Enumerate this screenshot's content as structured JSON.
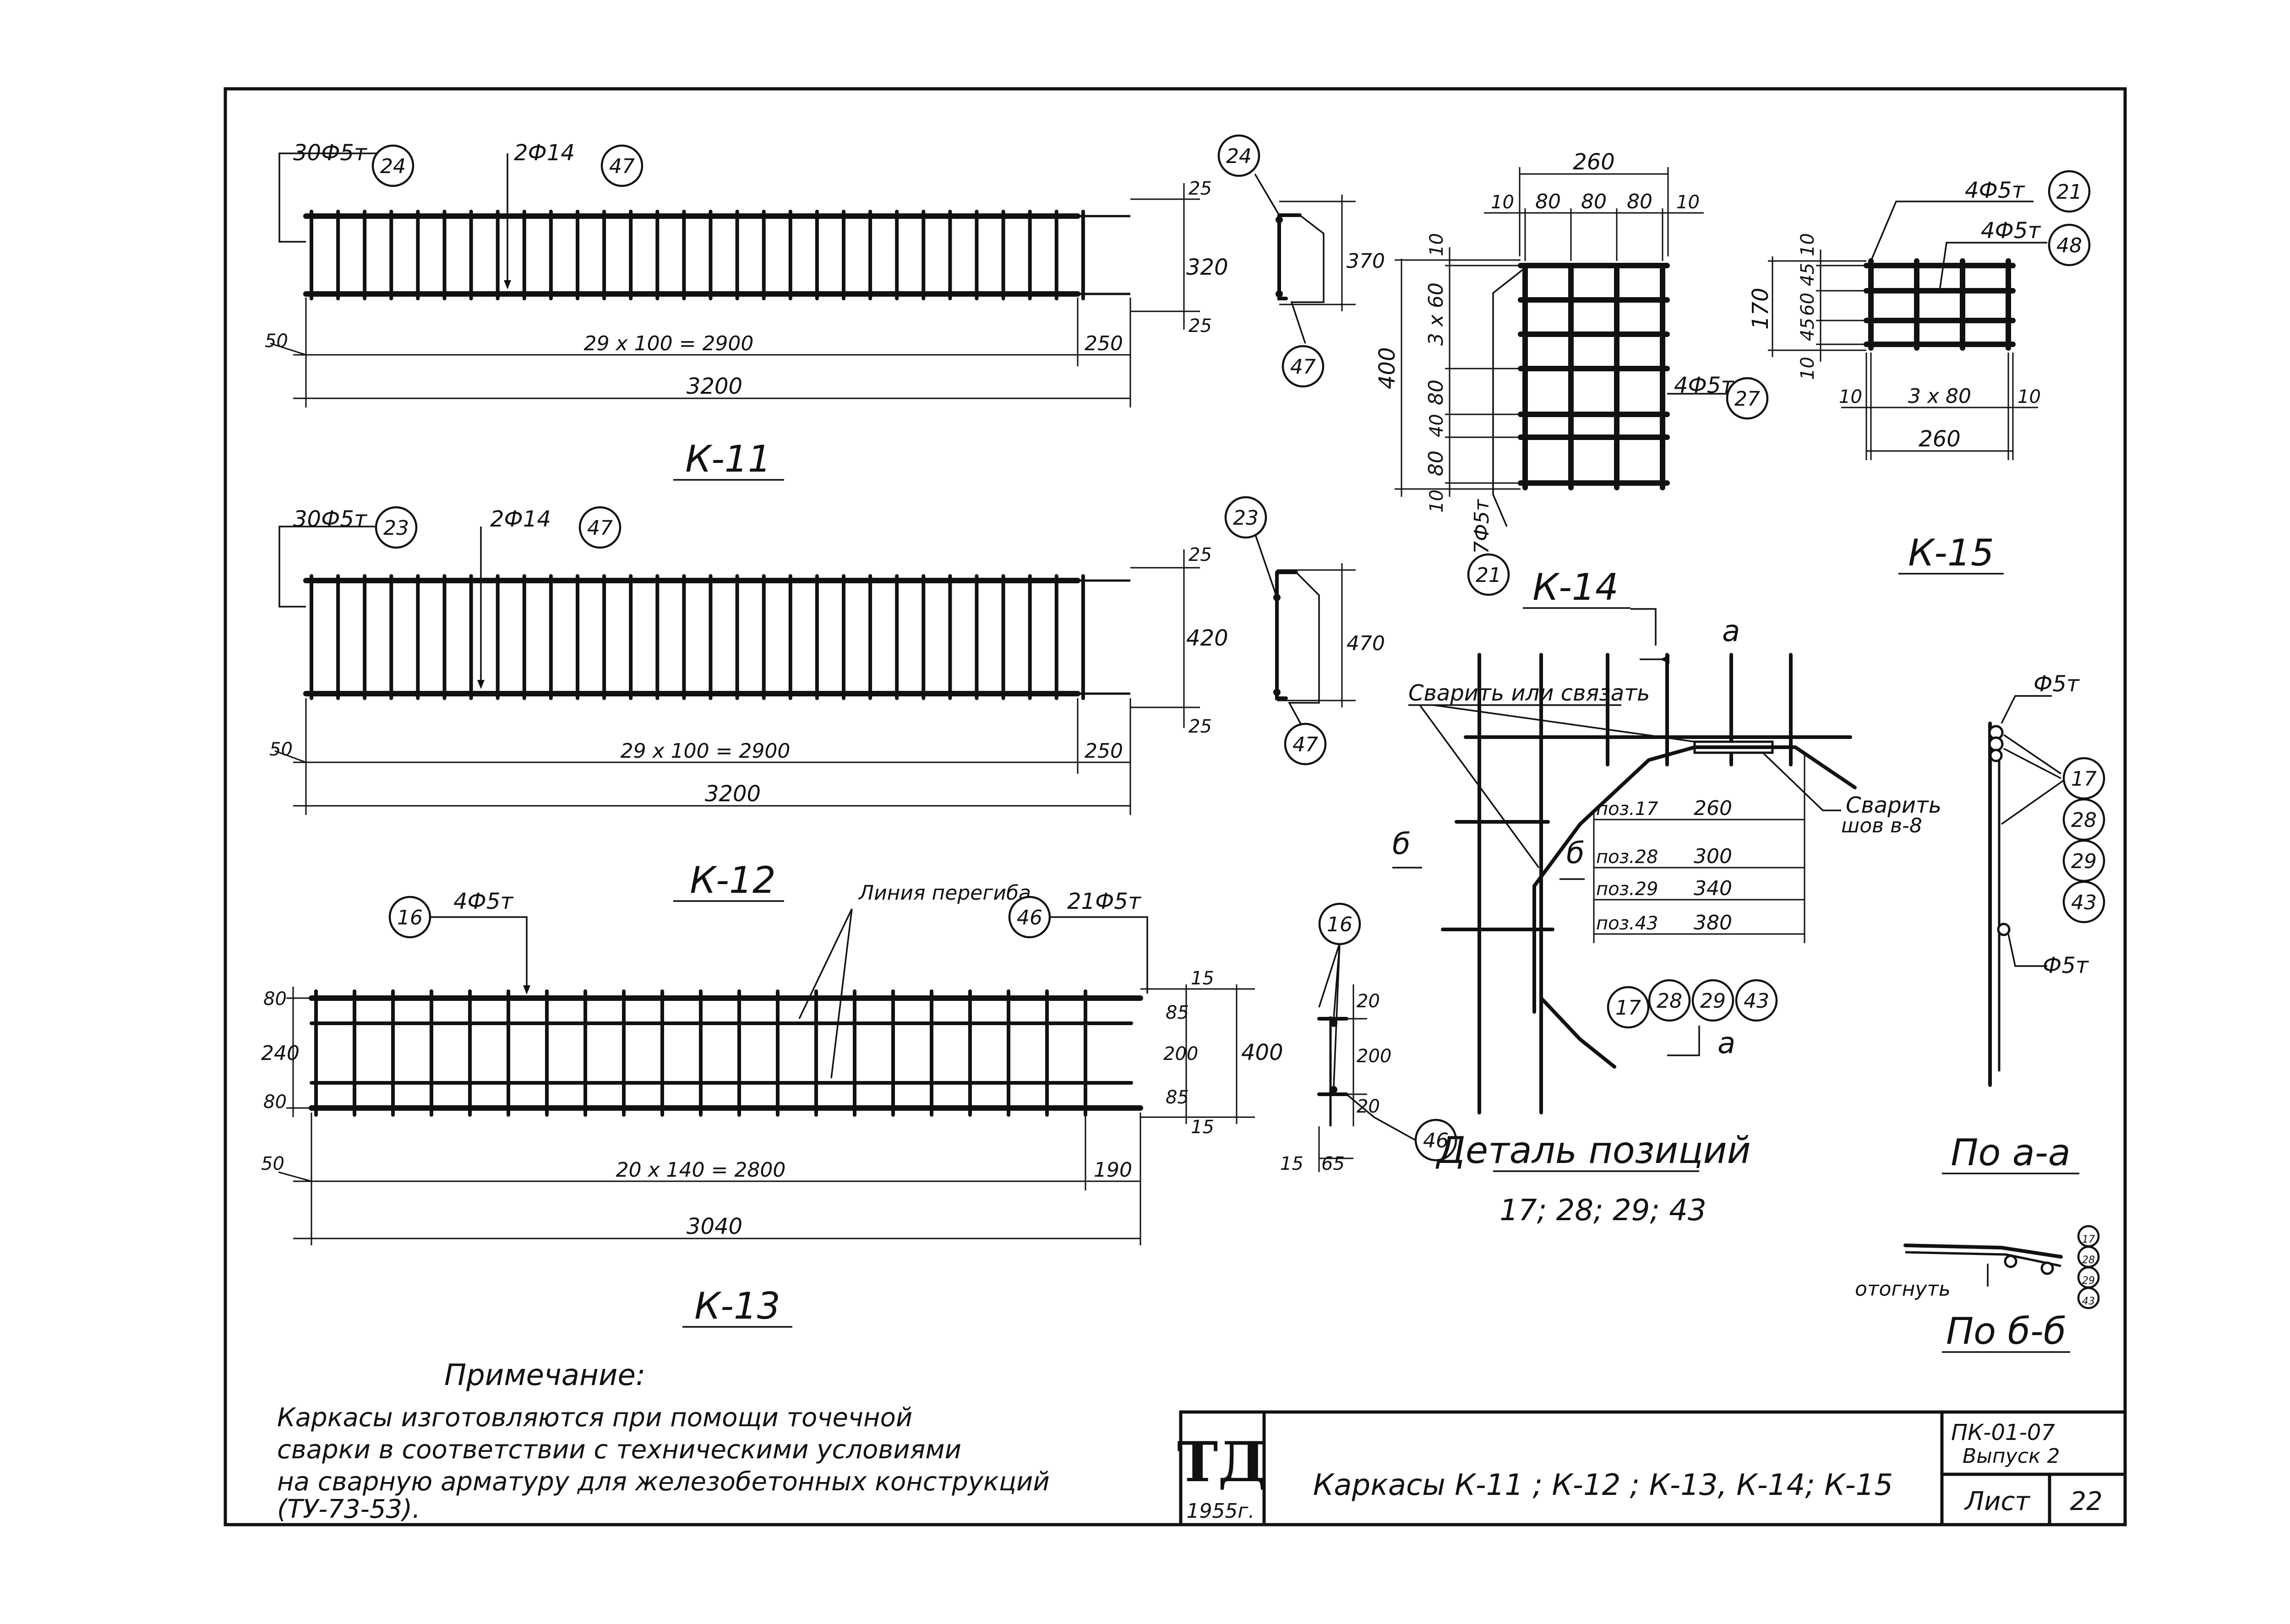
{
  "k11": {
    "title": "К-11",
    "callout_stirrups": {
      "spec": "30Ф5т",
      "pos": "24"
    },
    "callout_main": {
      "spec": "2Ф14",
      "pos": "47"
    },
    "dim_height": "320",
    "dim_cover_top": "25",
    "dim_cover_bottom": "25",
    "dim_start": "50",
    "dim_pitch": "29 х 100 = 2900",
    "dim_end": "250",
    "dim_total": "3200",
    "section": {
      "pos_top": "24",
      "pos_bottom": "47",
      "height": "370"
    }
  },
  "k12": {
    "title": "К-12",
    "callout_stirrups": {
      "spec": "30Ф5т",
      "pos": "23"
    },
    "callout_main": {
      "spec": "2Ф14",
      "pos": "47"
    },
    "dim_height": "420",
    "dim_cover_top": "25",
    "dim_cover_bottom": "25",
    "dim_start": "50",
    "dim_pitch": "29 х 100 = 2900",
    "dim_end": "250",
    "dim_total": "3200",
    "section": {
      "pos_top": "23",
      "pos_bottom": "47",
      "height": "470"
    }
  },
  "k13": {
    "title": "К-13",
    "callout_long": {
      "spec": "4Ф5т",
      "pos": "16"
    },
    "callout_cross": {
      "spec": "21Ф5т",
      "pos": "46"
    },
    "bend_line": "Линия перегиба",
    "dim_left": [
      "80",
      "240",
      "80"
    ],
    "dim_right": [
      "15",
      "85",
      "200",
      "85",
      "15"
    ],
    "dim_total_height": "400",
    "dim_start": "50",
    "dim_pitch": "20 х 140 = 2800",
    "dim_end": "190",
    "dim_total": "3040",
    "section": {
      "pos_top": "16",
      "pos_bottom": "46",
      "dims": [
        "20",
        "200",
        "20"
      ],
      "bottom_dims": [
        "15",
        "65"
      ]
    }
  },
  "k14": {
    "title": "К-14",
    "width": "260",
    "cells": [
      "10",
      "80",
      "80",
      "80",
      "10"
    ],
    "heights": [
      "10",
      "3 х 60",
      "80",
      "40",
      "80",
      "10"
    ],
    "height_total": "400",
    "callout_horizontal": {
      "spec": "4Ф5т",
      "pos": "27"
    },
    "callout_vertical": {
      "spec": "7Ф5т",
      "pos": "21"
    }
  },
  "k15": {
    "title": "К-15",
    "callout_a": {
      "spec": "4Ф5т",
      "pos": "21"
    },
    "callout_b": {
      "spec": "4Ф5т",
      "pos": "48"
    },
    "heights": [
      "10",
      "45",
      "60",
      "45",
      "10"
    ],
    "height_total": "170",
    "cells": [
      "10",
      "3 х 80",
      "10"
    ],
    "width": "260"
  },
  "detail": {
    "weld_or_tie": "Сварить или связать",
    "weld": "Сварить",
    "seam": "шов в-8",
    "section_a": "а",
    "section_b": "б",
    "rows": [
      {
        "pos": "поз.17",
        "value": "260"
      },
      {
        "pos": "поз.28",
        "value": "300"
      },
      {
        "pos": "поз.29",
        "value": "340"
      },
      {
        "pos": "поз.43",
        "value": "380"
      }
    ],
    "positions": [
      "17",
      "28",
      "29",
      "43"
    ],
    "title": "Деталь позиций",
    "subtitle": "17; 28; 29; 43"
  },
  "view_aa": {
    "title": "По а-а",
    "label_top": "Ф5т",
    "label_bottom": "Ф5т",
    "positions": [
      "17",
      "28",
      "29",
      "43"
    ]
  },
  "view_bb": {
    "title": "По б-б",
    "label": "отогнуть",
    "positions": [
      "17",
      "28",
      "29",
      "43"
    ]
  },
  "note": {
    "heading": "Примечание:",
    "lines": [
      "Каркасы изготовляются при помощи точечной",
      "сварки в соответствии с техническими условиями",
      "на сварную арматуру для железобетонных конструкций",
      "(ТУ-73-53)."
    ]
  },
  "stamp": {
    "logo": "ТД",
    "year": "1955г.",
    "title": "Каркасы К-11 ; К-12 ; К-13, К-14; К-15",
    "code": "ПК-01-07",
    "issue": "Выпуск 2",
    "sheet_label": "Лист",
    "sheet_number": "22"
  }
}
